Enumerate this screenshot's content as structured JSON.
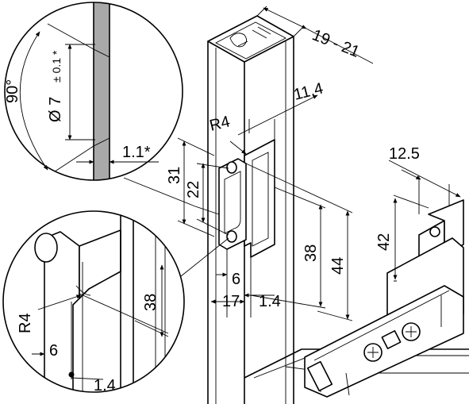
{
  "labels": {
    "angle_90": "90°",
    "diameter": "Ø 7",
    "diameter_tol": "± 0.1 *",
    "offset_1_1": "1.1*",
    "dim_19_21": "19 - 21",
    "dim_11_4": "11.4",
    "r4_top": "R4",
    "dim_31": "31",
    "dim_22": "22",
    "dim_38_main": "38",
    "dim_44": "44",
    "dim_6_main": "6",
    "dim_1_4_main": "1.4",
    "dim_17": "17",
    "dim_12_5": "12.5",
    "dim_42": "42",
    "r4_detail": "R4",
    "dim_38_detail": "38",
    "dim_6_detail": "6",
    "dim_1_4_detail": "1.4"
  }
}
